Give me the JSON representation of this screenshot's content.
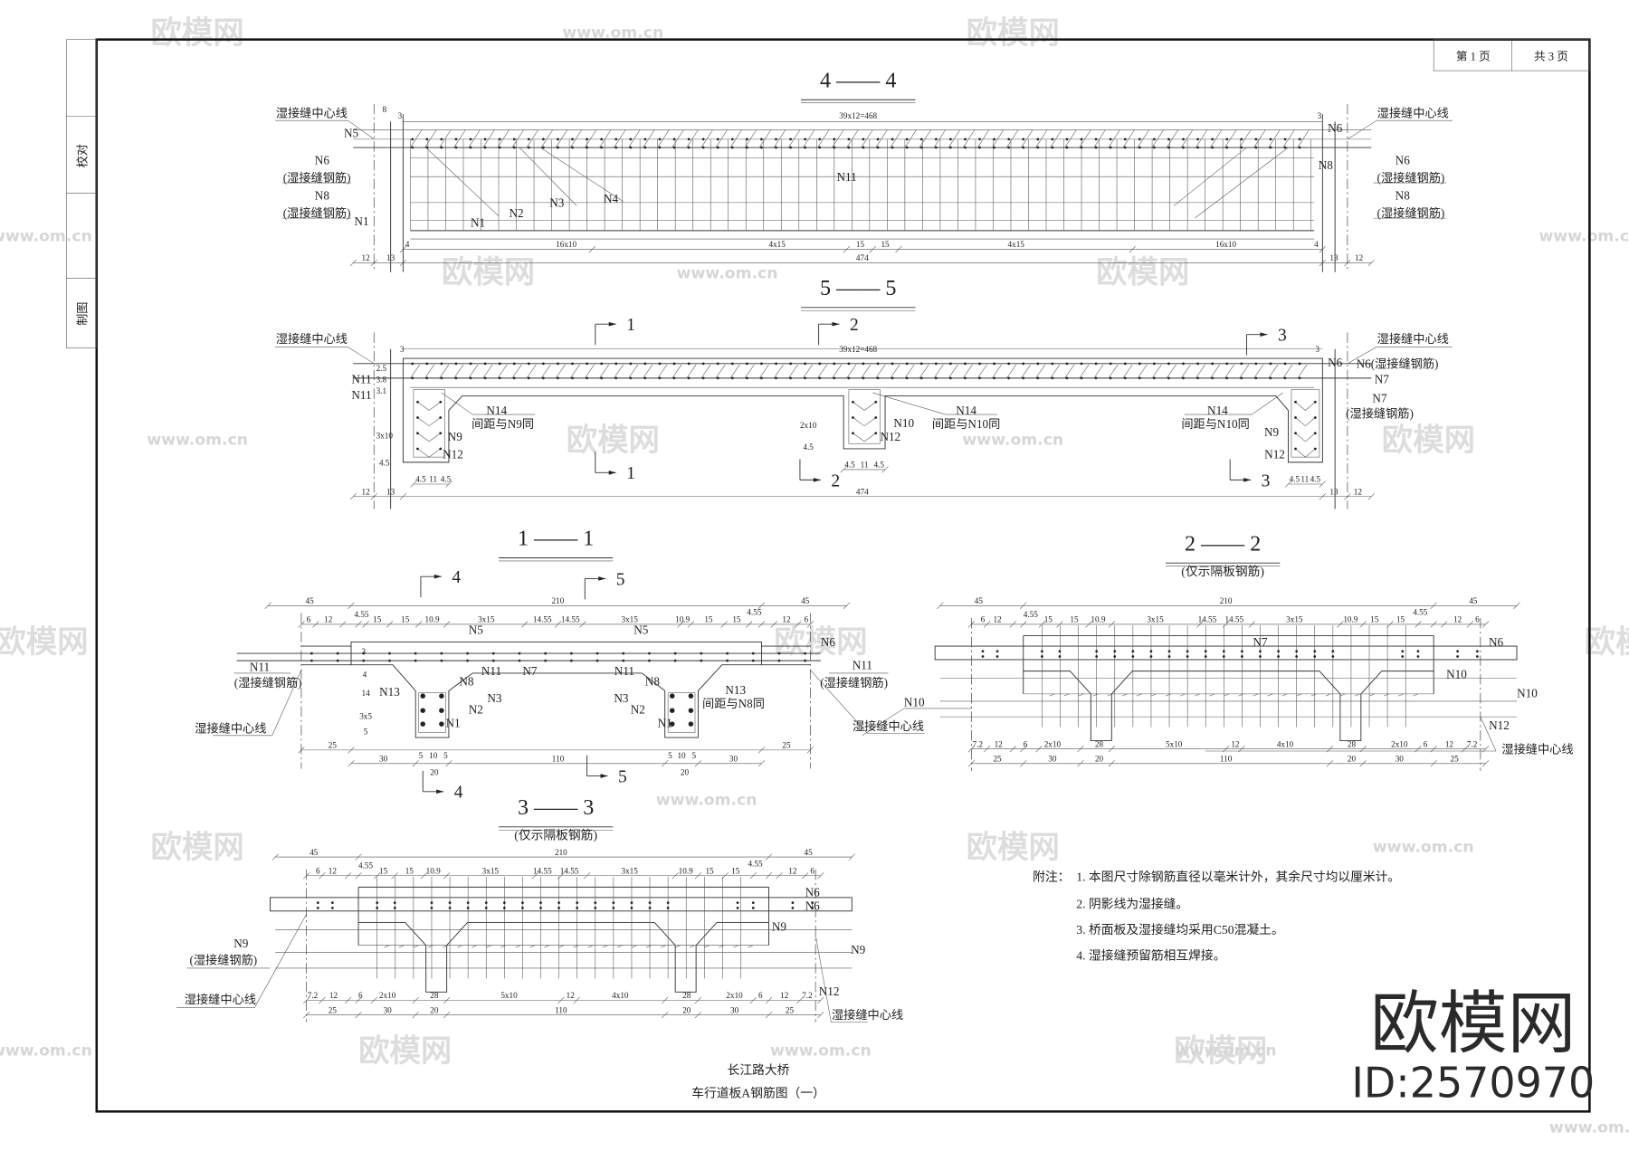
{
  "page_box": {
    "current": "第 1 页",
    "total": "共 3 页"
  },
  "sidebar": {
    "items": [
      "校对",
      "制图"
    ]
  },
  "sections": [
    {
      "title": "4 —— 4",
      "labels": [
        "湿接缝中心线",
        "湿接缝中心线",
        "N5",
        "N6",
        "(湿接缝钢筋)",
        "N8",
        "(湿接缝钢筋)",
        "N1",
        "N1",
        "N2",
        "N3",
        "N4",
        "N11",
        "N6",
        "N8",
        "N6",
        "(湿接缝钢筋)",
        "N8",
        "(湿接缝钢筋)"
      ],
      "dims": [
        "8",
        "3",
        "39x12=468",
        "16x10",
        "4x15",
        "15",
        "15",
        "4x15",
        "16x10",
        "4",
        "4",
        "474",
        "12",
        "13",
        "13",
        "12",
        "3"
      ]
    },
    {
      "title": "5 —— 5",
      "cuts": [
        "1",
        "1",
        "2",
        "2",
        "3",
        "3"
      ],
      "labels": [
        "湿接缝中心线",
        "N11",
        "N11",
        "N14",
        "间距与N9同",
        "N9",
        "N12",
        "N10",
        "N12",
        "N14",
        "间距与N10同",
        "N14",
        "间距与N10同",
        "N9",
        "N12",
        "湿接缝中心线",
        "N6",
        "N6(湿接缝钢筋)",
        "N7",
        "N7",
        "(湿接缝钢筋)"
      ],
      "dims": [
        "39x12=468",
        "3",
        "2.5",
        "3.8",
        "3.1",
        "3x10",
        "4.5",
        "2x10",
        "4.5",
        "4.5",
        "11",
        "4.5",
        "4.5",
        "11",
        "4.5",
        "4.5",
        "11",
        "4.5",
        "474",
        "12",
        "13",
        "13",
        "12",
        "3"
      ]
    },
    {
      "title": "1 —— 1",
      "cuts": [
        "4",
        "4",
        "5",
        "5"
      ],
      "labels": [
        "N11",
        "(湿接缝钢筋)",
        "湿接缝中心线",
        "N5",
        "N5",
        "N6",
        "N11",
        "(湿接缝钢筋)",
        "湿接缝中心线",
        "N11",
        "N7",
        "N11",
        "N8",
        "N8",
        "N13",
        "N13",
        "间距与N8同",
        "N3",
        "N3",
        "N2",
        "N2",
        "N1",
        "N1"
      ],
      "dims": [
        "45",
        "210",
        "45",
        "6",
        "12",
        "4.55",
        "15",
        "15",
        "10.9",
        "3x15",
        "14.55",
        "14.55",
        "3x15",
        "10.9",
        "15",
        "15",
        "4.55",
        "12",
        "6",
        "3",
        "4",
        "14",
        "3x5",
        "5",
        "25",
        "5",
        "10",
        "5",
        "30",
        "20",
        "110",
        "20",
        "30",
        "5",
        "10",
        "5",
        "25"
      ]
    },
    {
      "title": "2 —— 2",
      "subtitle": "(仅示隔板钢筋)",
      "labels": [
        "N7",
        "N6",
        "N10",
        "N10",
        "N10",
        "N12",
        "湿接缝中心线"
      ],
      "dims": [
        "45",
        "210",
        "45",
        "6",
        "12",
        "4.55",
        "15",
        "15",
        "10.9",
        "3x15",
        "14.55",
        "14.55",
        "3x15",
        "10.9",
        "15",
        "15",
        "4.55",
        "12",
        "6",
        "7.2",
        "12",
        "6",
        "2x10",
        "28",
        "5x10",
        "12",
        "4x10",
        "28",
        "2x10",
        "6",
        "12",
        "7.2",
        "25",
        "30",
        "20",
        "110",
        "20",
        "30",
        "25"
      ]
    },
    {
      "title": "3 —— 3",
      "subtitle": "(仅示隔板钢筋)",
      "labels": [
        "N6",
        "N6",
        "N9",
        "(湿接缝钢筋)",
        "湿接缝中心线",
        "N9",
        "N9",
        "N12",
        "湿接缝中心线"
      ],
      "dims": [
        "45",
        "210",
        "45",
        "6",
        "12",
        "4.55",
        "15",
        "15",
        "10.9",
        "3x15",
        "14.55",
        "14.55",
        "3x15",
        "10.9",
        "15",
        "15",
        "4.55",
        "12",
        "6",
        "7.2",
        "12",
        "6",
        "2x10",
        "28",
        "5x10",
        "12",
        "4x10",
        "28",
        "2x10",
        "6",
        "12",
        "7.2",
        "25",
        "30",
        "20",
        "110",
        "20",
        "30",
        "25"
      ]
    }
  ],
  "notes": {
    "heading": "附注：",
    "items": [
      "1. 本图尺寸除钢筋直径以毫米计外，其余尺寸均以厘米计。",
      "2. 阴影线为湿接缝。",
      "3. 桥面板及湿接缝均采用C50混凝土。",
      "4. 湿接缝预留筋相互焊接。"
    ]
  },
  "title_block": {
    "project": "长江路大桥",
    "drawing": "车行道板A钢筋图（一）"
  },
  "watermark": {
    "brand": "欧模网",
    "url": "www.om.cn",
    "id": "ID:2570970"
  }
}
